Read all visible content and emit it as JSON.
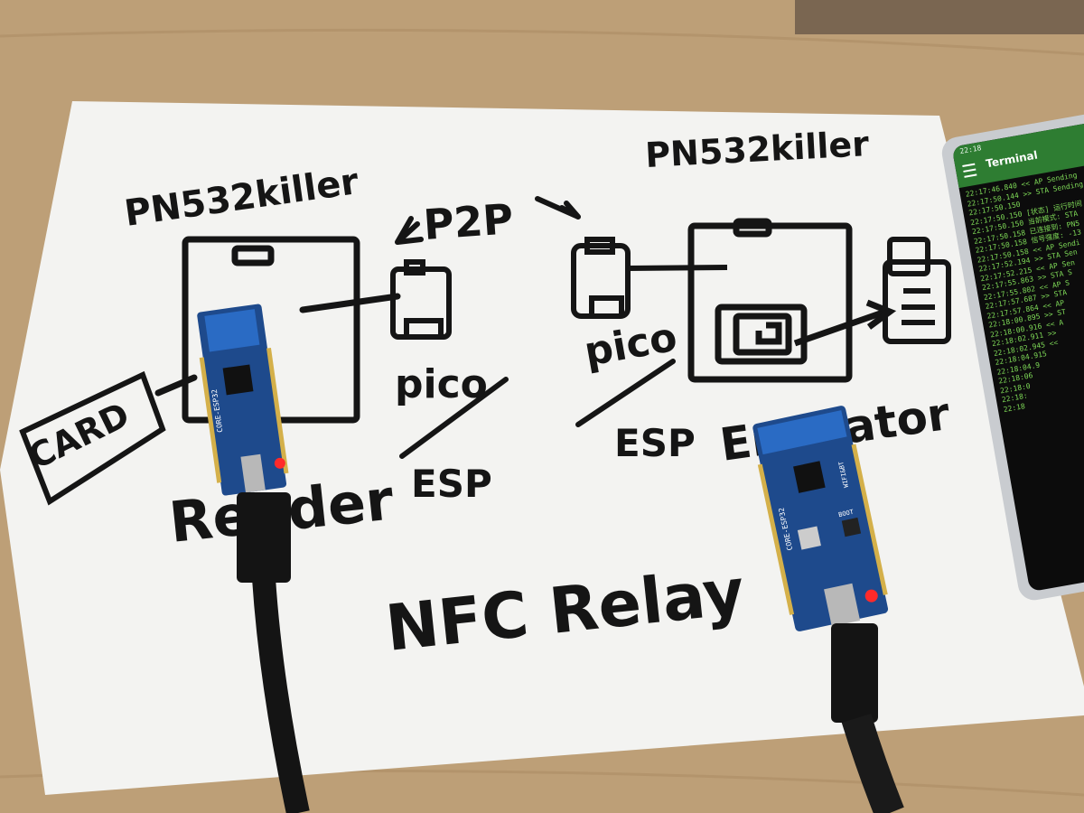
{
  "sketch": {
    "reader_chip_label": "PN532killer",
    "emulator_chip_label": "PN532killer",
    "p2p_label": "P2P",
    "card_label": "CARD",
    "reader_label": "Reader",
    "emulator_label": "Emulator",
    "pico_left": "pico",
    "esp_left": "ESP",
    "pico_right": "pico",
    "esp_right": "ESP",
    "title": "NFC Relay"
  },
  "boards": {
    "left_board_text": "CORE-ESP32",
    "right_board_text": "CORE-ESP32",
    "right_board_boot": "BOOT",
    "right_board_wifi": "WIFI&BT"
  },
  "phone": {
    "status_time": "22:18",
    "app_title": "Terminal",
    "log_lines": [
      "22:17:46.840 << AP Sending",
      "22:17:50.144 >> STA Sending",
      "22:17:50.150",
      "22:17:50.150 [状态] 运行时间",
      "22:17:50.150 当前模式: STA",
      "22:17:50.158 已连接到: PN5",
      "22:17:50.158 信号强度: -13",
      "22:17:50.158 << AP Sendi",
      "22:17:52.194 >> STA Sen",
      "22:17:52.215 << AP Sen",
      "22:17:55.863 >> STA S",
      "22:17:55.802 << AP S",
      "22:17:57.687 >> STA",
      "22:17:57.864 << AP",
      "22:18:00.895 >> ST",
      "22:18:00.916 << A",
      "22:18:02.911 >>",
      "22:18:02.945 <<",
      "22:18:04.915",
      "22:18:04.9",
      "22:18:06",
      "22:18:0",
      "22:18:",
      "22:18"
    ]
  },
  "colors": {
    "paper": "#f2f2f0",
    "ink": "#151515",
    "table": "#b89a72",
    "board": "#1e4a8c",
    "led": "#ff2a2a",
    "terminal_green": "#2e7d32"
  }
}
